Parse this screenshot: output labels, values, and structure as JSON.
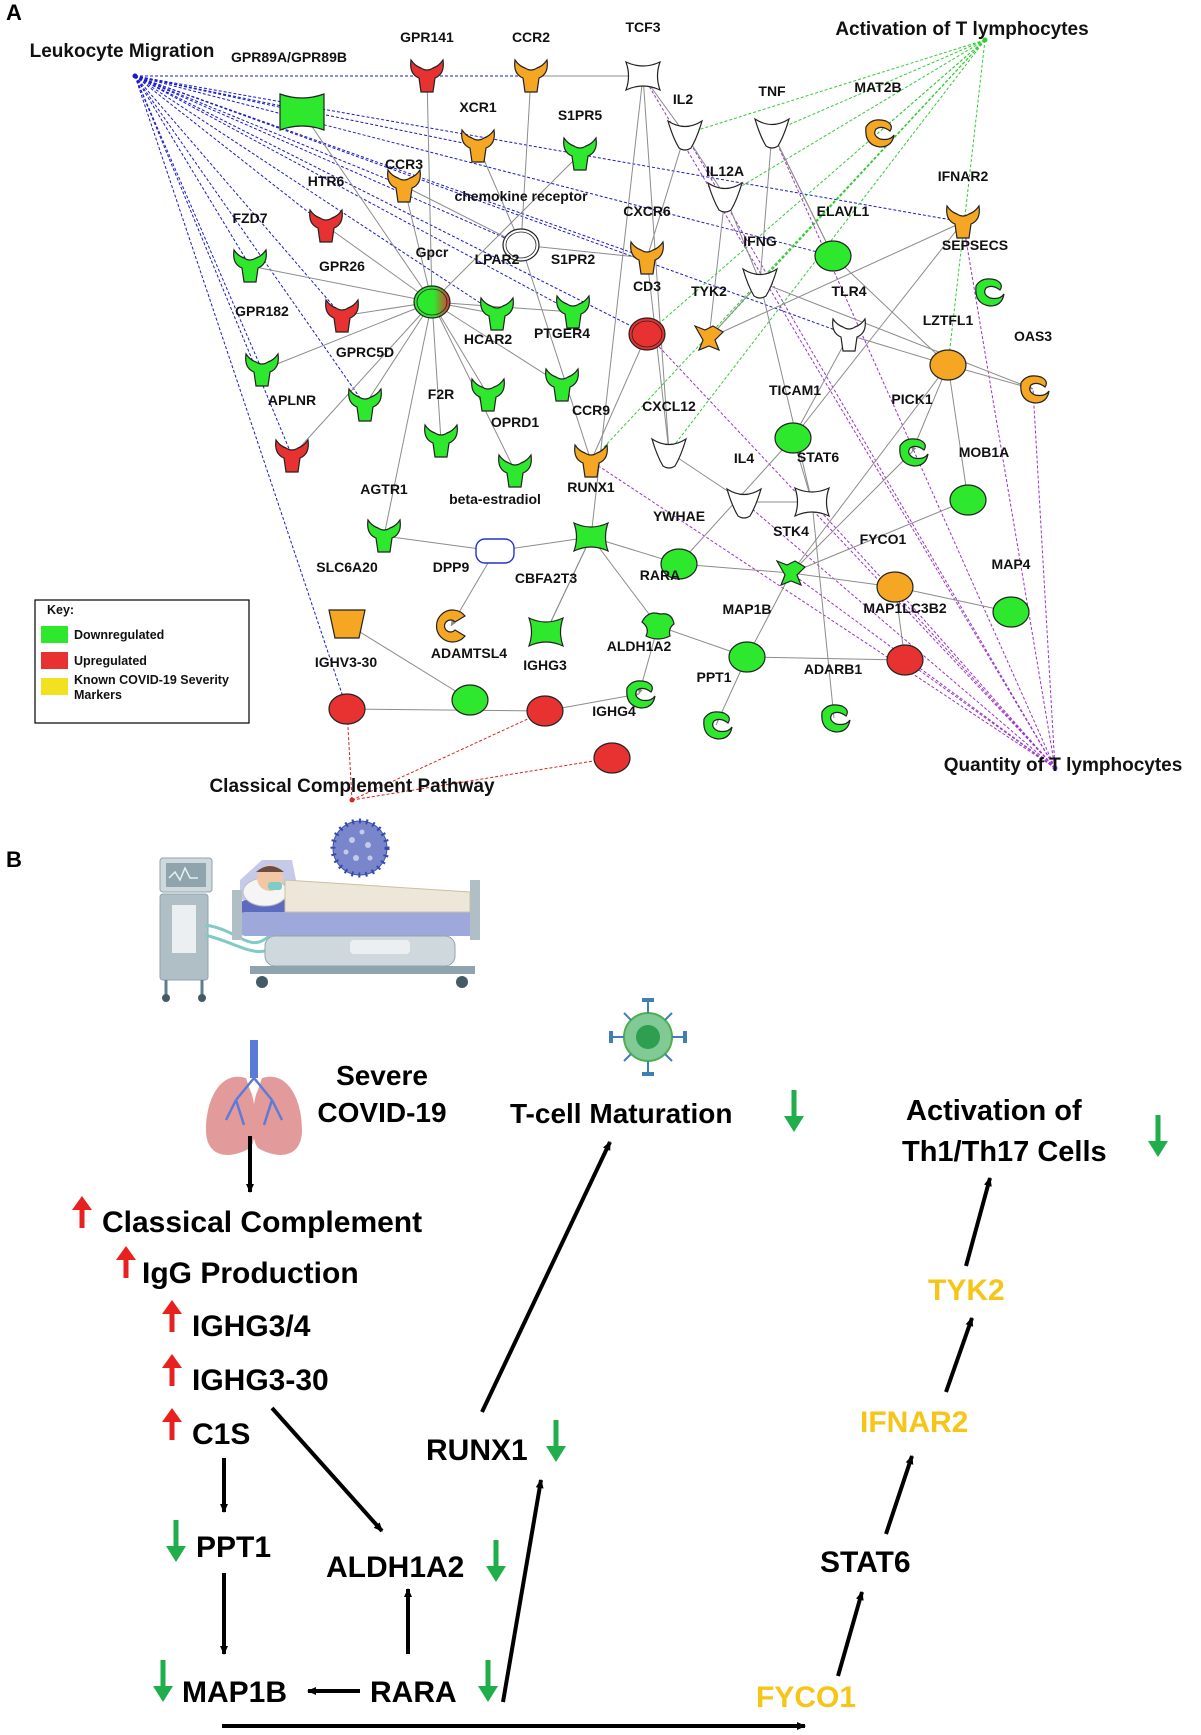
{
  "panel_a": {
    "letter": "A",
    "processes": [
      {
        "id": "leuk",
        "label": "Leukocyte Migration"
      },
      {
        "id": "actT",
        "label": "Activation of T lymphocytes"
      },
      {
        "id": "qtyT",
        "label": "Quantity of T lymphocytes"
      },
      {
        "id": "ccp",
        "label": "Classical Complement Pathway"
      }
    ],
    "nodes": [
      {
        "id": "GPR89",
        "label": "GPR89A/GPR89B",
        "status": "down",
        "shape": "channel"
      },
      {
        "id": "GPR141",
        "label": "GPR141",
        "status": "up",
        "shape": "receptor"
      },
      {
        "id": "CCR2",
        "label": "CCR2",
        "status": "marker",
        "shape": "receptor"
      },
      {
        "id": "TCF3",
        "label": "TCF3",
        "status": "none",
        "shape": "tf"
      },
      {
        "id": "XCR1",
        "label": "XCR1",
        "status": "marker",
        "shape": "receptor"
      },
      {
        "id": "S1PR5",
        "label": "S1PR5",
        "status": "down",
        "shape": "receptor"
      },
      {
        "id": "IL2",
        "label": "IL2",
        "status": "none",
        "shape": "cytokine"
      },
      {
        "id": "TNF",
        "label": "TNF",
        "status": "none",
        "shape": "cytokine"
      },
      {
        "id": "MAT2B",
        "label": "MAT2B",
        "status": "marker",
        "shape": "enzyme"
      },
      {
        "id": "CCR3",
        "label": "CCR3",
        "status": "marker",
        "shape": "receptor"
      },
      {
        "id": "HTR6",
        "label": "HTR6",
        "status": "up",
        "shape": "receptor"
      },
      {
        "id": "chemo",
        "label": "chemokine receptor",
        "status": "none",
        "shape": "complex"
      },
      {
        "id": "IL12A",
        "label": "IL12A",
        "status": "none",
        "shape": "cytokine"
      },
      {
        "id": "IFNAR2",
        "label": "IFNAR2",
        "status": "marker",
        "shape": "receptor"
      },
      {
        "id": "FZD7",
        "label": "FZD7",
        "status": "down",
        "shape": "receptor"
      },
      {
        "id": "CXCR6",
        "label": "CXCR6",
        "status": "marker",
        "shape": "receptor"
      },
      {
        "id": "ELAVL1",
        "label": "ELAVL1",
        "status": "down",
        "shape": "other"
      },
      {
        "id": "SEPSECS",
        "label": "SEPSECS",
        "status": "down",
        "shape": "enzyme"
      },
      {
        "id": "Gpcr",
        "label": "Gpcr",
        "status": "mixed",
        "shape": "complex"
      },
      {
        "id": "GPR26",
        "label": "GPR26",
        "status": "up",
        "shape": "receptor"
      },
      {
        "id": "LPAR2",
        "label": "LPAR2",
        "status": "down",
        "shape": "receptor"
      },
      {
        "id": "S1PR2",
        "label": "S1PR2",
        "status": "down",
        "shape": "receptor"
      },
      {
        "id": "IFNG",
        "label": "IFNG",
        "status": "none",
        "shape": "cytokine"
      },
      {
        "id": "CD3",
        "label": "CD3",
        "status": "up",
        "shape": "complex"
      },
      {
        "id": "TYK2",
        "label": "TYK2",
        "status": "marker",
        "shape": "kinase"
      },
      {
        "id": "TLR4",
        "label": "TLR4",
        "status": "none",
        "shape": "receptor"
      },
      {
        "id": "LZTFL1",
        "label": "LZTFL1",
        "status": "marker",
        "shape": "other"
      },
      {
        "id": "OAS3",
        "label": "OAS3",
        "status": "marker",
        "shape": "enzyme"
      },
      {
        "id": "GPR182",
        "label": "GPR182",
        "status": "down",
        "shape": "receptor"
      },
      {
        "id": "GPRC5D",
        "label": "GPRC5D",
        "status": "down",
        "shape": "receptor"
      },
      {
        "id": "HCAR2",
        "label": "HCAR2",
        "status": "down",
        "shape": "receptor"
      },
      {
        "id": "PTGER4",
        "label": "PTGER4",
        "status": "down",
        "shape": "receptor"
      },
      {
        "id": "APLNR",
        "label": "APLNR",
        "status": "up",
        "shape": "receptor"
      },
      {
        "id": "F2R",
        "label": "F2R",
        "status": "down",
        "shape": "receptor"
      },
      {
        "id": "OPRD1",
        "label": "OPRD1",
        "status": "down",
        "shape": "receptor"
      },
      {
        "id": "CCR9",
        "label": "CCR9",
        "status": "marker",
        "shape": "receptor"
      },
      {
        "id": "CXCL12",
        "label": "CXCL12",
        "status": "none",
        "shape": "cytokine"
      },
      {
        "id": "TICAM1",
        "label": "TICAM1",
        "status": "down",
        "shape": "other"
      },
      {
        "id": "PICK1",
        "label": "PICK1",
        "status": "down",
        "shape": "enzyme"
      },
      {
        "id": "MOB1A",
        "label": "MOB1A",
        "status": "down",
        "shape": "other"
      },
      {
        "id": "IL4",
        "label": "IL4",
        "status": "none",
        "shape": "cytokine"
      },
      {
        "id": "STAT6",
        "label": "STAT6",
        "status": "none",
        "shape": "tf"
      },
      {
        "id": "AGTR1",
        "label": "AGTR1",
        "status": "down",
        "shape": "receptor"
      },
      {
        "id": "estr",
        "label": "beta-estradiol",
        "status": "chem",
        "shape": "chemical"
      },
      {
        "id": "RUNX1",
        "label": "RUNX1",
        "status": "down",
        "shape": "tf"
      },
      {
        "id": "YWHAE",
        "label": "YWHAE",
        "status": "down",
        "shape": "other"
      },
      {
        "id": "STK4",
        "label": "STK4",
        "status": "down",
        "shape": "kinase"
      },
      {
        "id": "FYCO1",
        "label": "FYCO1",
        "status": "marker",
        "shape": "other"
      },
      {
        "id": "MAP4",
        "label": "MAP4",
        "status": "down",
        "shape": "other"
      },
      {
        "id": "SLC6A20",
        "label": "SLC6A20",
        "status": "marker",
        "shape": "transporter"
      },
      {
        "id": "DPP9",
        "label": "DPP9",
        "status": "marker",
        "shape": "peptidase"
      },
      {
        "id": "CBFA2T3",
        "label": "CBFA2T3",
        "status": "down",
        "shape": "tf"
      },
      {
        "id": "RARA",
        "label": "RARA",
        "status": "down",
        "shape": "nuclear"
      },
      {
        "id": "MAP1B",
        "label": "MAP1B",
        "status": "down",
        "shape": "other"
      },
      {
        "id": "MAP1LC3B2",
        "label": "MAP1LC3B2",
        "status": "up",
        "shape": "other"
      },
      {
        "id": "ADAMTSL4",
        "label": "ADAMTSL4",
        "status": "down",
        "shape": "other"
      },
      {
        "id": "IGHV330",
        "label": "IGHV3-30",
        "status": "up",
        "shape": "other"
      },
      {
        "id": "IGHG3",
        "label": "IGHG3",
        "status": "up",
        "shape": "other"
      },
      {
        "id": "ALDH1A2",
        "label": "ALDH1A2",
        "status": "down",
        "shape": "enzyme"
      },
      {
        "id": "PPT1",
        "label": "PPT1",
        "status": "down",
        "shape": "enzyme"
      },
      {
        "id": "ADARB1",
        "label": "ADARB1",
        "status": "down",
        "shape": "enzyme"
      },
      {
        "id": "IGHG4",
        "label": "IGHG4",
        "status": "up",
        "shape": "other"
      }
    ],
    "key": {
      "title": "Key:",
      "items": [
        {
          "label": "Downregulated",
          "color": "#2ee82e"
        },
        {
          "label": "Upregulated",
          "color": "#e83232"
        },
        {
          "label": "Known COVID-19 Severity Markers",
          "color": "#f2e11f"
        }
      ]
    }
  },
  "panel_b": {
    "letter": "B",
    "severe": [
      "Severe",
      "COVID-19"
    ],
    "tcell": "T-cell Maturation",
    "activation": [
      "Activation of",
      "Th1/Th17 Cells"
    ],
    "classical": "Classical Complement",
    "igg": "IgG Production",
    "ighg34": "IGHG3/4",
    "ighg330": "IGHG3-30",
    "c1s": "C1S",
    "ppt1": "PPT1",
    "aldh1a2": "ALDH1A2",
    "map1b": "MAP1B",
    "rara": "RARA",
    "runx1": "RUNX1",
    "fyco1": "FYCO1",
    "stat6": "STAT6",
    "ifnar2": "IFNAR2",
    "tyk2": "TYK2"
  },
  "colors": {
    "down": "#2ee82e",
    "up": "#e83232",
    "marker": "#f5a623",
    "marker_text": "#f5c518",
    "arrow_up": "#e82020",
    "arrow_down": "#1fae4b",
    "edge_leuk": "#1a1acc",
    "edge_act": "#33cc33",
    "edge_qty": "#9933cc",
    "edge_ccp": "#dd2222",
    "edge_gray": "#8c8c8c"
  }
}
